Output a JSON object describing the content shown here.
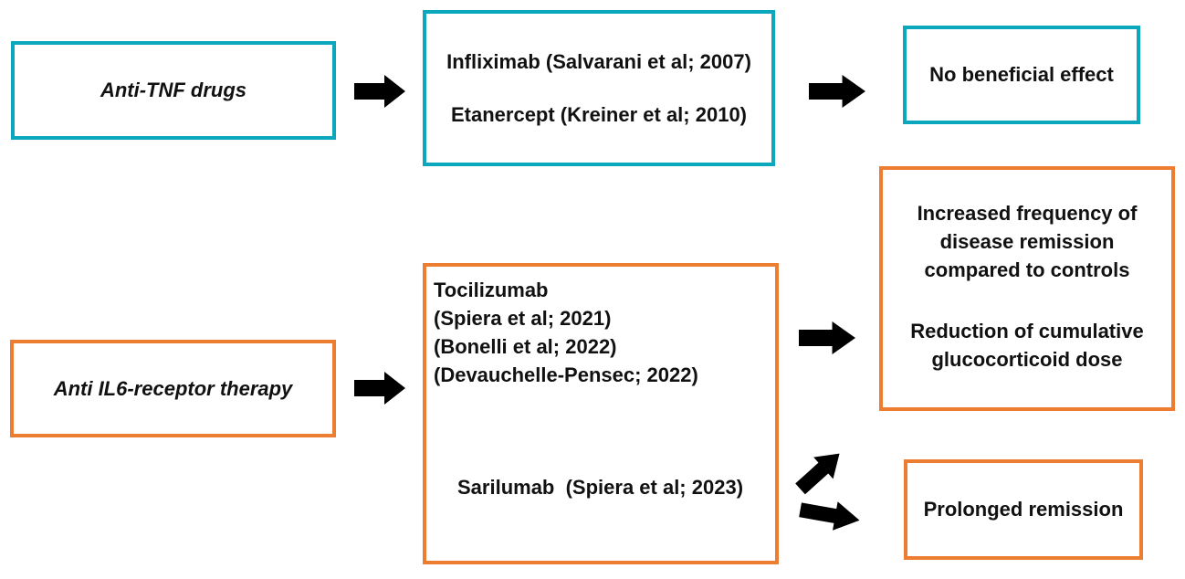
{
  "colors": {
    "teal": "#0ba7bd",
    "orange": "#ed7d31",
    "arrow_black": "#000000"
  },
  "anti_tnf": {
    "category": "Anti-TNF drugs",
    "drugs_line1": "Infliximab (Salvarani et al; 2007)",
    "drugs_line2": "Etanercept (Kreiner et al; 2010)",
    "outcome": "No beneficial effect"
  },
  "anti_il6": {
    "category": "Anti IL6-receptor therapy",
    "tocilizumab": "Tocilizumab",
    "tocilizumab_ref1": "(Spiera et al; 2021)",
    "tocilizumab_ref2": "(Bonelli et al; 2022)",
    "tocilizumab_ref3": "(Devauchelle-Pensec; 2022)",
    "sarilumab": "Sarilumab  (Spiera et al; 2023)",
    "outcome_remission": "Increased frequency of\ndisease remission\ncompared to controls",
    "outcome_glucocorticoid": "Reduction of cumulative\nglucocorticoid dose",
    "outcome_prolonged": "Prolonged remission"
  }
}
